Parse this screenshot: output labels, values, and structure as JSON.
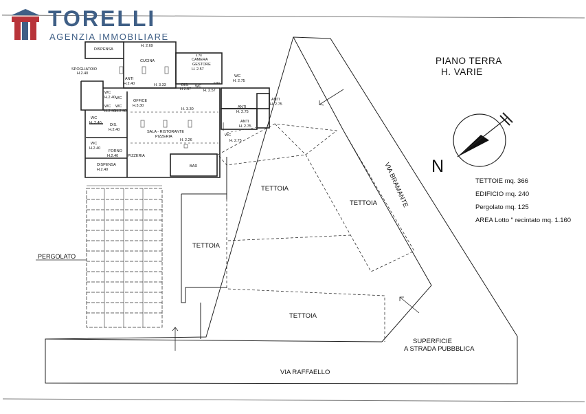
{
  "logo": {
    "name": "TORELLI",
    "subtitle": "AGENZIA IMMOBILIARE",
    "colors": {
      "brand_blue": "#3f5f86",
      "brand_red": "#b8343a"
    }
  },
  "title": {
    "line1": "PIANO TERRA",
    "line2": "H. VARIE"
  },
  "areas": {
    "tettoie": "TETTOIE mq. 366",
    "edificio": "EDIFICIO  mq. 240",
    "pergolato": "Pergolato   mq. 125",
    "lotto": "AREA Lotto \" recintato  mq.  1.160"
  },
  "compass": {
    "north_label": "N"
  },
  "streets": {
    "bramante": "VIA BRAMANTE",
    "raffaello": "VIA RAFFAELLO",
    "superficie": "SUPERFICIE",
    "strada": "A STRADA PUBBBLICA"
  },
  "zones": {
    "tettoia_a": "TETTOIA",
    "tettoia_b": "TETTOIA",
    "tettoia_c": "TETTOIA",
    "tettoia_d": "TETTOIA",
    "pergolato": "PERGOLATO"
  },
  "rooms": {
    "dispensa_top": "DISPENSA",
    "cucina_h": "H. 2.69",
    "cucina": "CUCINA",
    "camera_dim": "4.78",
    "camera": "CAMERA",
    "gestore": "GESTORE",
    "camera_h": "H. 2.57",
    "spogliatoio": "SPOGLIATOIO",
    "spogliatoio_h": "H.2.40",
    "anti1": "ANTI",
    "anti1_h": "H.2.40",
    "h333": "H. 3.33",
    "dis1": "DIS.",
    "dis1_h": "H 2.57",
    "wc_g": "WC",
    "wc_g_h": "H. 2.57",
    "wc_g_dim": "0.90",
    "wc_r": "WC",
    "wc_r_h": "H. 2.75",
    "anti_r1": "ANTI",
    "anti_r1_h": "H. 2.75",
    "anti_r2": "ANTI",
    "anti_r2_h": "H. 2.75",
    "anti_r3": "ANTI",
    "anti_r3_h": "H. 2.75",
    "wc_r2": "WC",
    "wc_r2_h": "H. 2.75",
    "wc1": "WC",
    "wc1_h": "H.2.40",
    "wc2": "WC",
    "wc2_h": "H.2.40",
    "wc3": "WC",
    "wc3_h": "H.2.40",
    "wc4": "WC",
    "wc4_h": "H. 2.40",
    "office": "OFFICE",
    "office_h": "H.3.30",
    "h330": "H. 3.30",
    "dis2": "DIS.",
    "dis2_h": "H.2.40",
    "wc5": "WC",
    "wc5_h": "H.2.40",
    "sala": "SALA - RISTORANTE",
    "pizzeria": "PIZZERIA",
    "sala_h": "H. 2.26",
    "wc6": "WC",
    "wc6_h": "H.2.40",
    "forno": "FORNO",
    "forno_h": "H.2.40",
    "pizzeria2": "PIZZERIA",
    "dispensa_bot": "DISPENSA",
    "dispensa_bot_h": "H.2.40",
    "bar": "BAR"
  }
}
